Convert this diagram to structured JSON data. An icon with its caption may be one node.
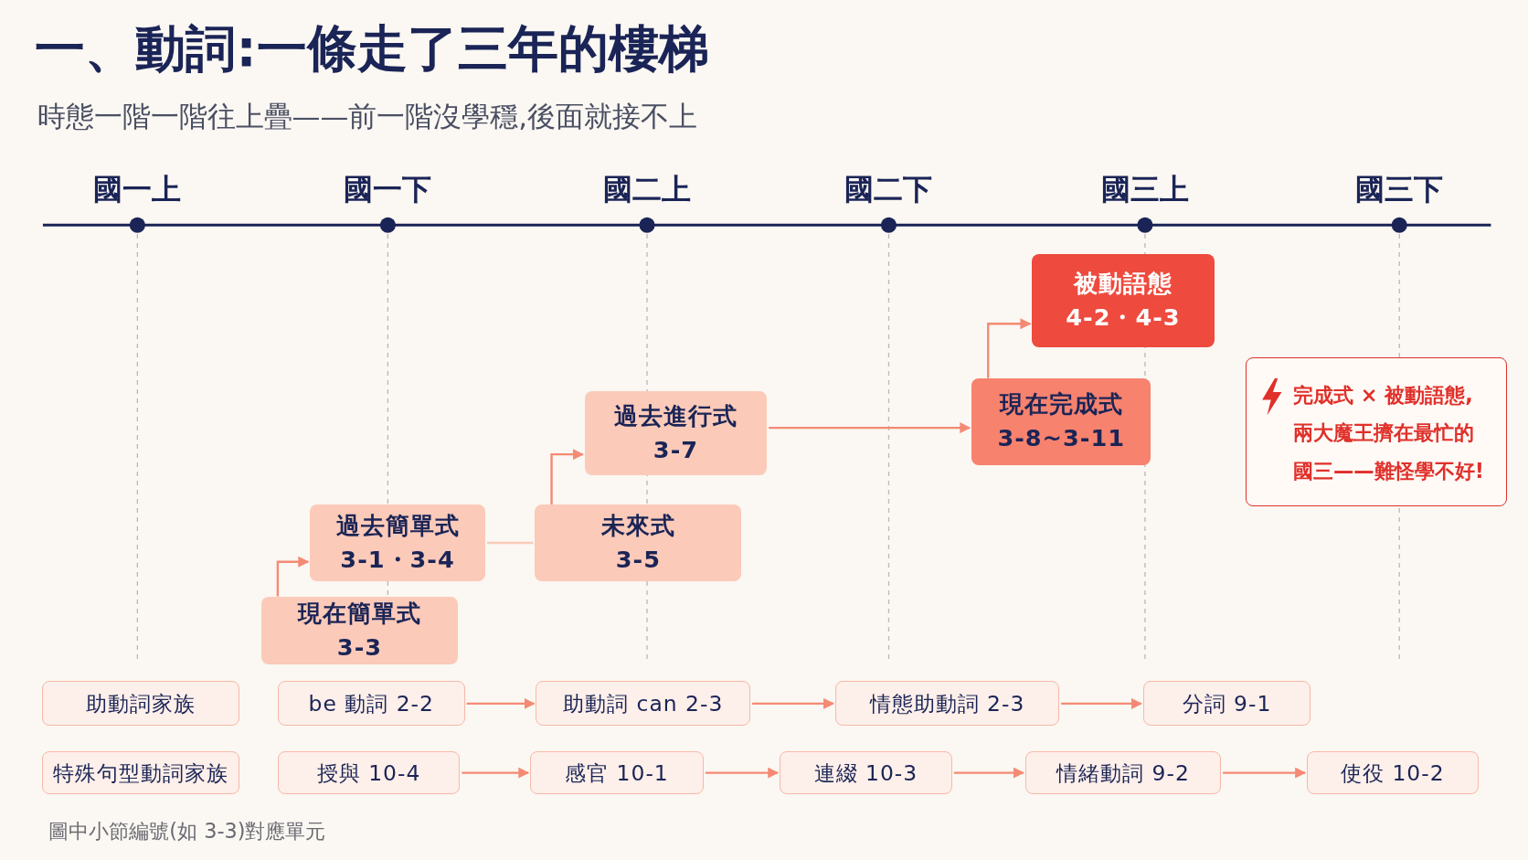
{
  "diagram": {
    "title": "一、動詞:一條走了三年的樓梯",
    "nodes": [
      {
        "text": [
          "現在簡單式",
          "3-3"
        ]
      },
      {
        "text": [
          "過去簡單式",
          "3-1・3-4"
        ]
      },
      {
        "text": [
          "未來式",
          "3-5"
        ]
      },
      {
        "text": [
          "過去進行式",
          "3-7"
        ]
      },
      {
        "text": [
          "現在完成式",
          "3-8~3-11"
        ]
      },
      {
        "text": [
          "被動語態",
          "4-2・4-3"
        ]
      },
      {
        "text": [
          "完成式 × 被動語態,兩大魔王擠在最忙的國三——難怪學不好!"
        ]
      },
      {
        "text": [
          "助動詞家族"
        ]
      },
      {
        "text": [
          "be 動詞 2-2"
        ]
      },
      {
        "text": [
          "助動詞 can 2-3"
        ]
      },
      {
        "text": [
          "情態助動詞 2-3"
        ]
      },
      {
        "text": [
          "分詞 9-1"
        ]
      },
      {
        "text": [
          "特殊句型動詞家族"
        ]
      },
      {
        "text": [
          "授與 10-4"
        ]
      },
      {
        "text": [
          "感官 10-1"
        ]
      },
      {
        "text": [
          "連綴 10-3"
        ]
      },
      {
        "text": [
          "情緒動詞 9-2"
        ]
      },
      {
        "text": [
          "使役 10-2"
        ]
      }
    ],
    "edges": [
      {
        "from": 0,
        "to": 1,
        "arrow": "to"
      },
      {
        "from": 1,
        "to": 2,
        "arrow": "none",
        "color": "#f9cbbb"
      },
      {
        "from": 2,
        "to": 3,
        "arrow": "to"
      },
      {
        "from": 3,
        "to": 4,
        "arrow": "to"
      },
      {
        "from": 4,
        "to": 5,
        "arrow": "to"
      },
      {
        "from": 8,
        "to": 9,
        "arrow": "to"
      },
      {
        "from": 9,
        "to": 10,
        "arrow": "to"
      },
      {
        "from": 10,
        "to": 11,
        "arrow": "to"
      },
      {
        "from": 13,
        "to": 14,
        "arrow": "to"
      },
      {
        "from": 14,
        "to": 15,
        "arrow": "to"
      },
      {
        "from": 15,
        "to": 16,
        "arrow": "to"
      },
      {
        "from": 16,
        "to": 17,
        "arrow": "to"
      }
    ],
    "labels": [
      "時態一階一階往上疊——前一階沒學穩,後面就接不上",
      "國一上",
      "國一下",
      "國二上",
      "國二下",
      "國三上",
      "國三下",
      "圖中小節編號(如 3-3)對應單元"
    ]
  }
}
